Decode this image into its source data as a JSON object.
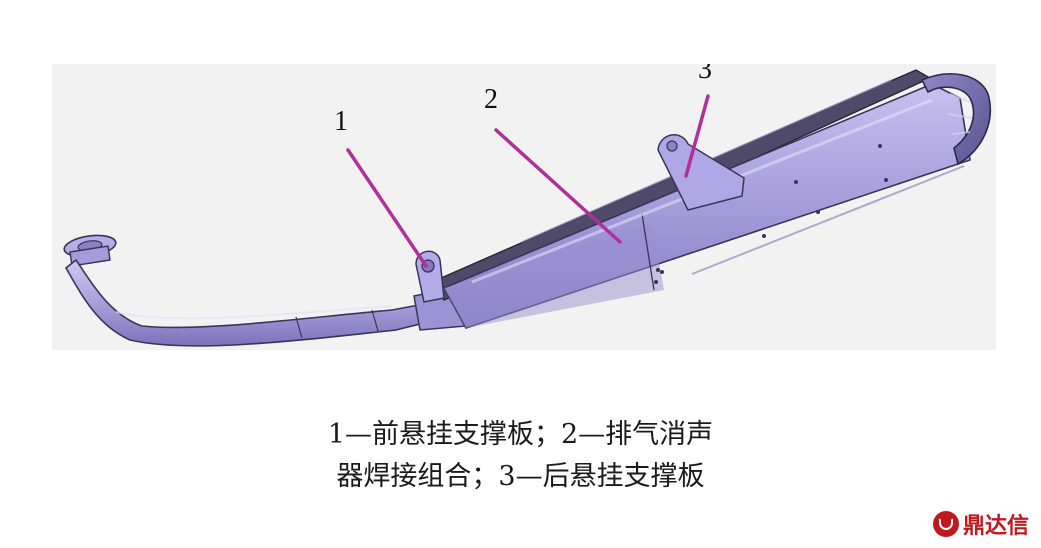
{
  "diagram": {
    "callouts": [
      {
        "id": "1",
        "label": "1"
      },
      {
        "id": "2",
        "label": "2"
      },
      {
        "id": "3",
        "label": "3"
      }
    ],
    "colors": {
      "muffler_body": "#a49ad8",
      "pipe": "#a89ed8",
      "outline": "#3a3456",
      "leader_line": "#b0309a",
      "panel_background": "#f2f2f2"
    }
  },
  "caption": {
    "line1": "1—前悬挂支撑板；2—排气消声",
    "line2": "器焊接组合；3—后悬挂支撑板"
  },
  "watermark": {
    "logo_icon": "dingdaxin-logo-icon",
    "text": "鼎达信"
  }
}
